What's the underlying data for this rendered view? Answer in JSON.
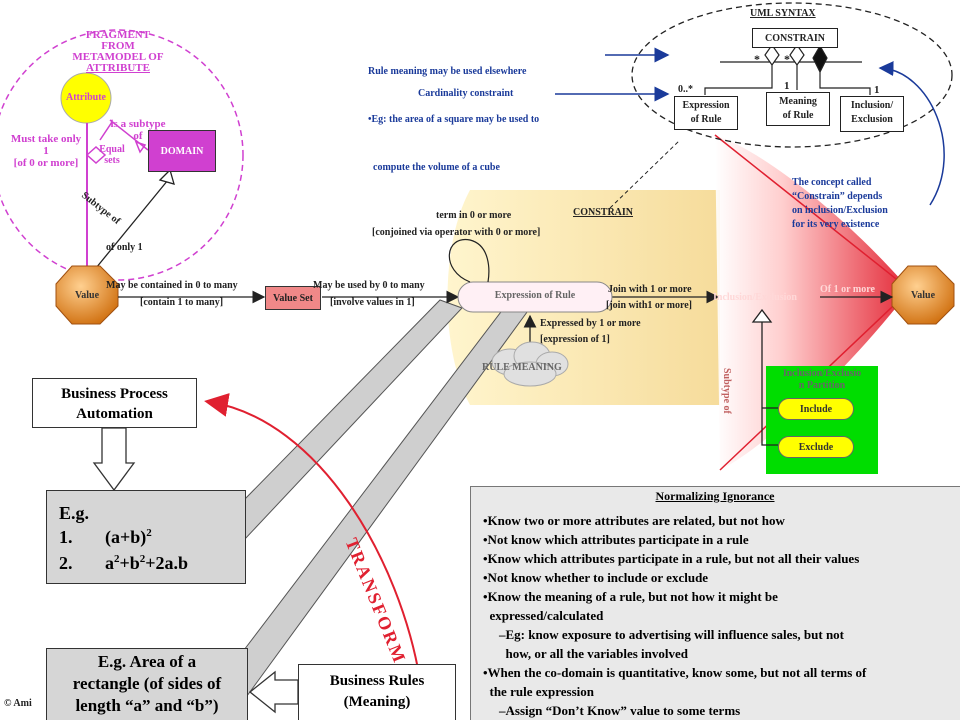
{
  "fragment": {
    "title_lines": [
      "FRAGMENT",
      "FROM",
      "METAMODEL  OF",
      "ATTRIBUTE"
    ],
    "attribute": "Attribute",
    "is_subtype_of": [
      "is a subtype",
      "of"
    ],
    "must_take": [
      "Must take only",
      "1",
      "[of 0 or more]"
    ],
    "equal_sets": [
      "Equal",
      "sets"
    ],
    "domain": "DOMAIN",
    "subtype_of": "Subtype of",
    "of_only_1": "of only 1"
  },
  "row": {
    "value_left": "Value",
    "contained": "May be contained in 0 to many",
    "contain": "[contain 1 to many]",
    "value_set": "Value Set",
    "used_by": "May be used by 0 to many",
    "involve": "[involve values in 1]",
    "term": "term in 0 or more",
    "conjoined": "[conjoined via operator with 0 or more]",
    "expression_of_rule": "Expression of Rule",
    "join_with": "Join with 1 or more",
    "join_with1": "[join with1 or more]",
    "inclusion_exclusion": "Inclusion/Exclusion",
    "of_1_or_more": "Of 1 or more",
    "value_right": "Value",
    "expressed_by": "Expressed by 1 or more",
    "expression_of_1": "[expression of 1]",
    "rule_meaning": "RULE MEANING",
    "constrain_label": "CONSTRAIN"
  },
  "uml": {
    "title": "UML SYNTAX",
    "constrain": "CONSTRAIN",
    "star1": "*",
    "star2": "*",
    "mult1": "0..*",
    "mult2": "1",
    "mult3": "1",
    "expr": [
      "Expression",
      "of Rule"
    ],
    "meaning": [
      "Meaning",
      "of Rule"
    ],
    "incl": [
      "Inclusion/",
      "Exclusion"
    ]
  },
  "notes": {
    "rule_meaning_lines": [
      "Rule meaning may be used elsewhere",
      "•Eg: the area of a square may be used to",
      "  compute the volume of a cube"
    ],
    "cardinality": "Cardinality constraint",
    "concept_lines": [
      "The concept called",
      "“Constrain” depends",
      "on inclusion/Exclusion",
      "for its very existence"
    ]
  },
  "partition": {
    "title_lines": [
      "Inclusion/Exclusio",
      "n Partition"
    ],
    "include": "Include",
    "exclude": "Exclude",
    "subtype_of": "Subtype of"
  },
  "bpa": {
    "title_lines": [
      "Business Process",
      "Automation"
    ],
    "eg": "E.g.",
    "item1_num": "1.",
    "item1": "(a+b)2",
    "item2_num": "2.",
    "item2": "a2+b2+2a.b"
  },
  "area": {
    "lines": [
      "E.g. Area of a",
      "rectangle (of sides of",
      "length  “a”  and  “b”)"
    ]
  },
  "business_rules": {
    "lines": [
      "Business Rules",
      "(Meaning)"
    ]
  },
  "transform": "TRANSFORM",
  "copyright": "© Ami",
  "normalizing": {
    "title": "Normalizing Ignorance",
    "lines": [
      "•Know two or more attributes are related, but not how",
      "•Not know which attributes participate in a rule",
      "•Know which attributes participate in a rule, but not all their values",
      "•Not know whether to include or exclude",
      "•Know the meaning of a rule, but not how it might be",
      "  expressed/calculated",
      "–Eg: know exposure to advertising will influence sales, but not",
      "  how, or all the variables involved",
      "•When the co-domain is quantitative, know some, but not all terms of",
      "  the rule expression",
      "–Assign “Don’t Know” value to some terms"
    ]
  },
  "colors": {
    "pink": "#d040d0",
    "blue": "#1a3a9a",
    "red": "#e02030",
    "yellow": "#ffff00",
    "green": "#00dd00",
    "octagon": "#e08020"
  }
}
